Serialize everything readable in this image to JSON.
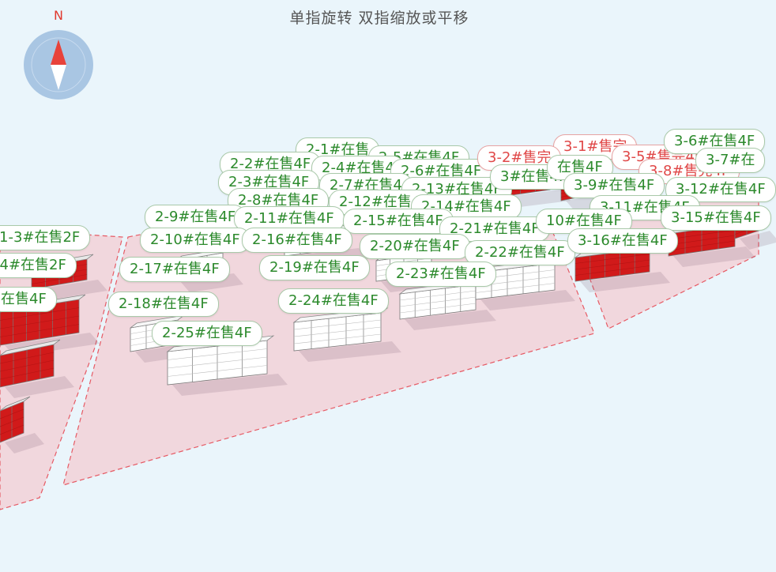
{
  "hint": "单指旋转 双指缩放或平移",
  "compass": {
    "north": "N"
  },
  "colors": {
    "available": "#2c8a2c",
    "sold": "#e04848",
    "zone": "#f1d7dd",
    "zone_border": "#e65a64",
    "ground": "#eaf5fb"
  },
  "labels": [
    {
      "text": "2-1#在售",
      "status": "available"
    },
    {
      "text": "2-5#在售4F",
      "status": "available"
    },
    {
      "text": "2-2#在售4F",
      "status": "available"
    },
    {
      "text": "2-4#在售4",
      "status": "available"
    },
    {
      "text": "2-6#在售4F",
      "status": "available"
    },
    {
      "text": "2-3#在售4F",
      "status": "available"
    },
    {
      "text": "2-7#在售4",
      "status": "available"
    },
    {
      "text": "2-13#在售4F",
      "status": "available"
    },
    {
      "text": "2-8#在售4F",
      "status": "available"
    },
    {
      "text": "2-12#在售4",
      "status": "available"
    },
    {
      "text": "2-14#在售4F",
      "status": "available"
    },
    {
      "text": "2-9#在售4F",
      "status": "available"
    },
    {
      "text": "2-11#在售4F",
      "status": "available"
    },
    {
      "text": "2-15#在售4F",
      "status": "available"
    },
    {
      "text": "2-21#在售4F",
      "status": "available"
    },
    {
      "text": "2-10#在售4F",
      "status": "available"
    },
    {
      "text": "2-16#在售4F",
      "status": "available"
    },
    {
      "text": "2-20#在售4F",
      "status": "available"
    },
    {
      "text": "2-22#在售4F",
      "status": "available"
    },
    {
      "text": "2-17#在售4F",
      "status": "available"
    },
    {
      "text": "2-19#在售4F",
      "status": "available"
    },
    {
      "text": "2-23#在售4F",
      "status": "available"
    },
    {
      "text": "2-18#在售4F",
      "status": "available"
    },
    {
      "text": "2-24#在售4F",
      "status": "available"
    },
    {
      "text": "2-25#在售4F",
      "status": "available"
    },
    {
      "text": "1-3#在售2F",
      "status": "available"
    },
    {
      "text": "-4#在售2F",
      "status": "available"
    },
    {
      "text": "在售4F",
      "status": "available"
    },
    {
      "text": "3-1#售完",
      "status": "sold"
    },
    {
      "text": "3-2#售完",
      "status": "sold"
    },
    {
      "text": "3-5#售完4F",
      "status": "sold"
    },
    {
      "text": "3-8#售完4F",
      "status": "sold"
    },
    {
      "text": "3-6#在售4F",
      "status": "available"
    },
    {
      "text": "3-7#在",
      "status": "available"
    },
    {
      "text": "3#在售4F",
      "status": "available"
    },
    {
      "text": "在售4F",
      "status": "available"
    },
    {
      "text": "3-9#在售4F",
      "status": "available"
    },
    {
      "text": "3-12#在售4F",
      "status": "available"
    },
    {
      "text": "3-11#在售4F",
      "status": "available"
    },
    {
      "text": "10#在售4F",
      "status": "available"
    },
    {
      "text": "3-15#在售4F",
      "status": "available"
    },
    {
      "text": "3-16#在售4F",
      "status": "available"
    }
  ]
}
